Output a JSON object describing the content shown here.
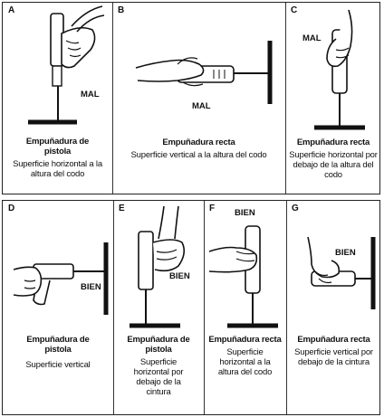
{
  "panels": {
    "A": {
      "letter": "A",
      "verdict": "MAL",
      "title": "Empuñadura de pistola",
      "desc": "Superficie horizontal a la altura del codo"
    },
    "B": {
      "letter": "B",
      "verdict": "MAL",
      "title": "Empuñadura recta",
      "desc": "Superficie vertical a la altura del codo"
    },
    "C": {
      "letter": "C",
      "verdict": "MAL",
      "title": "Empuñadura recta",
      "desc": "Superficie horizontal por debajo de la altura del codo"
    },
    "D": {
      "letter": "D",
      "verdict": "BIEN",
      "title": "Empuñadura de pistola",
      "desc": "Superficie vertical"
    },
    "E": {
      "letter": "E",
      "verdict": "BIEN",
      "title": "Empuñadura de pistola",
      "desc": "Superficie horizontal por debajo de la cintura"
    },
    "F": {
      "letter": "F",
      "verdict": "BIEN",
      "title": "Empuñadura recta",
      "desc": "Superficie horizontal a la altura del codo"
    },
    "G": {
      "letter": "G",
      "verdict": "BIEN",
      "title": "Empuñadura recta",
      "desc": "Superficie vertical por debajo de la cintura"
    }
  }
}
